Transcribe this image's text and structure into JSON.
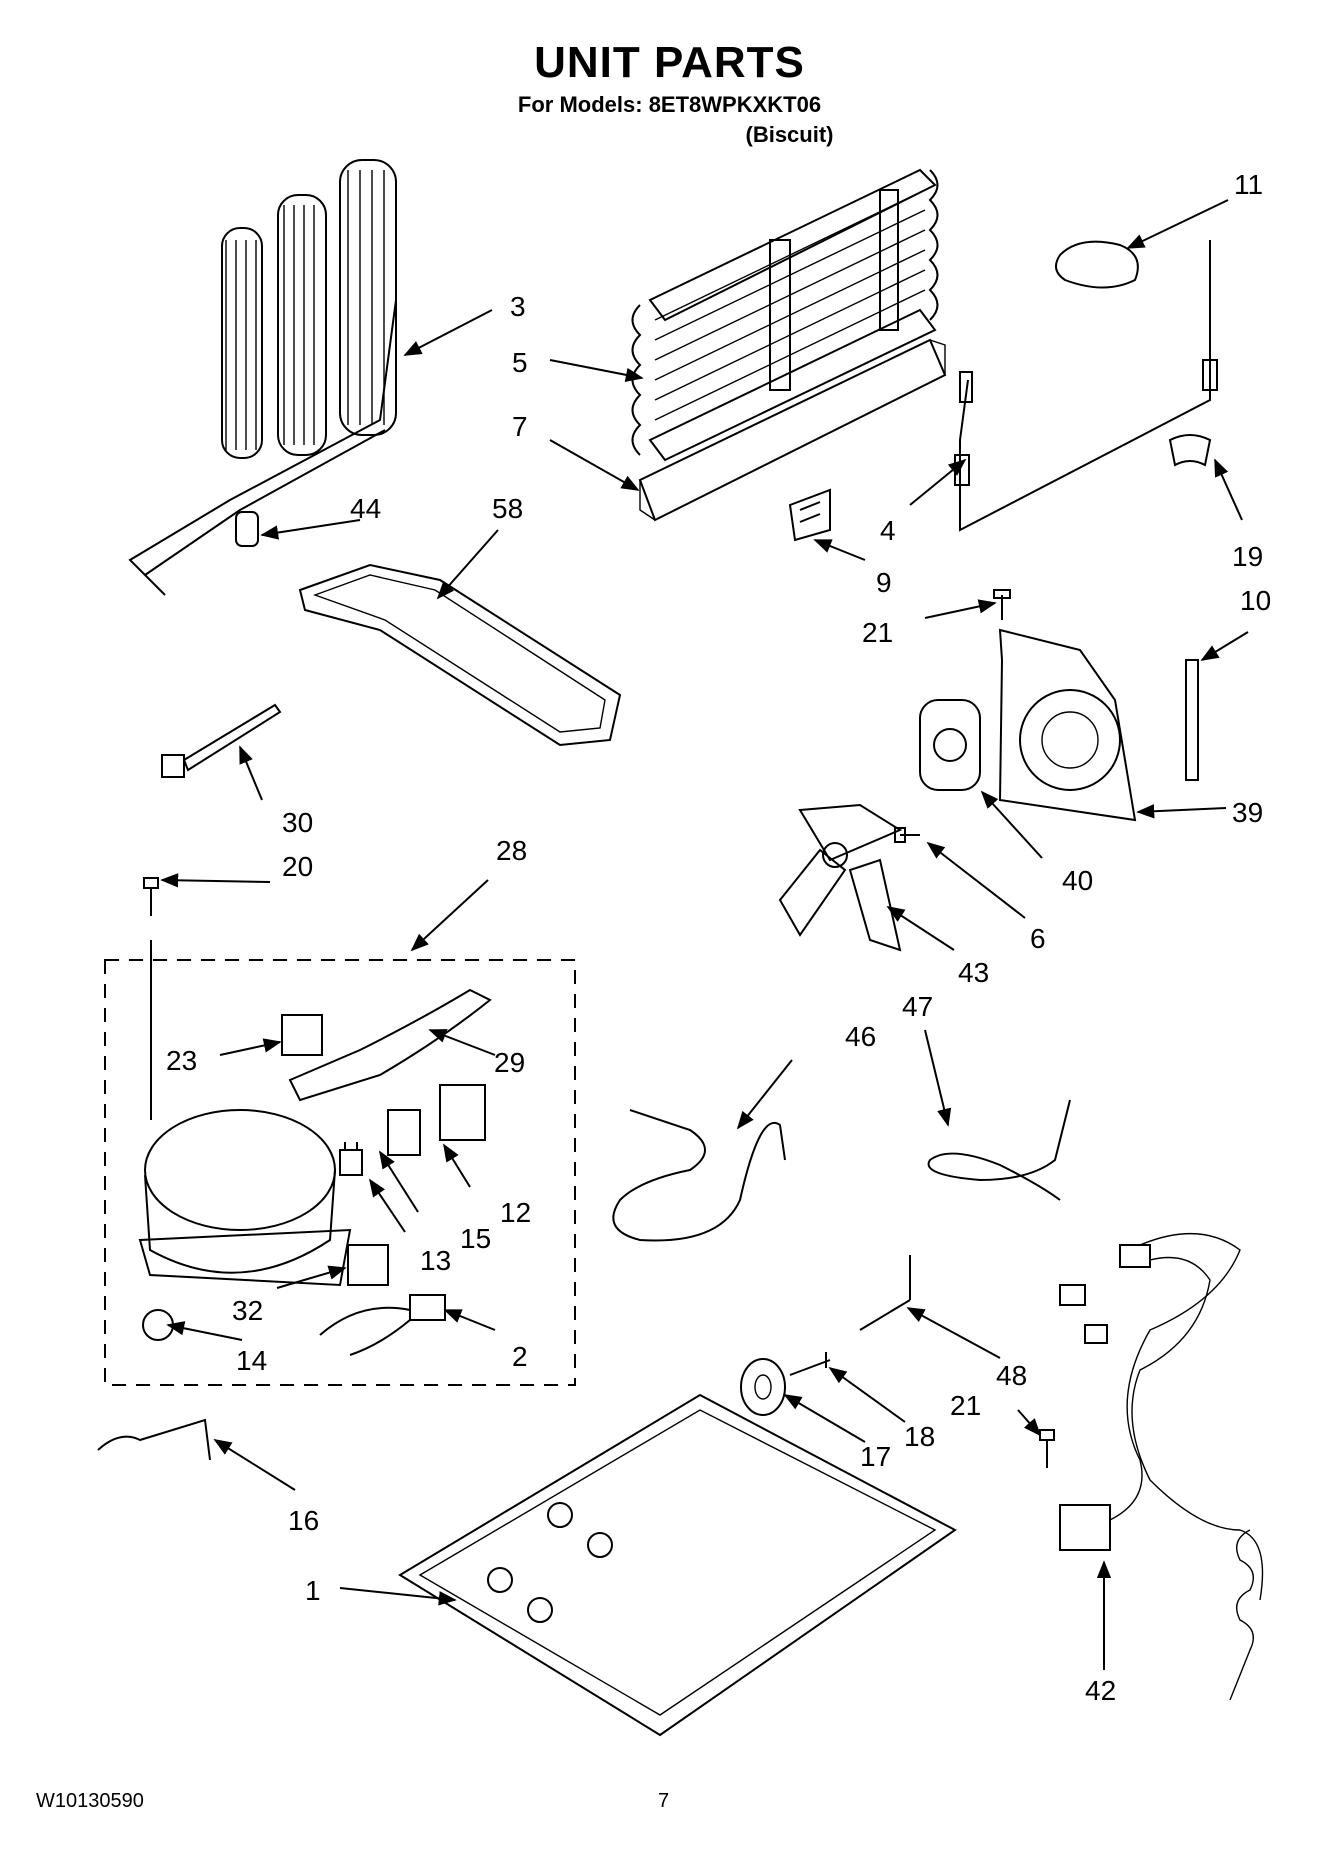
{
  "header": {
    "title": "UNIT PARTS",
    "models": "For Models: 8ET8WPKXKT06",
    "color": "(Biscuit)"
  },
  "footer": {
    "doc_code": "W10130590",
    "page_number": "7"
  },
  "callouts": [
    "1",
    "2",
    "3",
    "4",
    "5",
    "6",
    "7",
    "9",
    "10",
    "11",
    "12",
    "13",
    "14",
    "15",
    "16",
    "17",
    "18",
    "19",
    "20",
    "21",
    "21",
    "23",
    "28",
    "29",
    "30",
    "32",
    "39",
    "40",
    "42",
    "43",
    "44",
    "46",
    "47",
    "48",
    "58"
  ]
}
